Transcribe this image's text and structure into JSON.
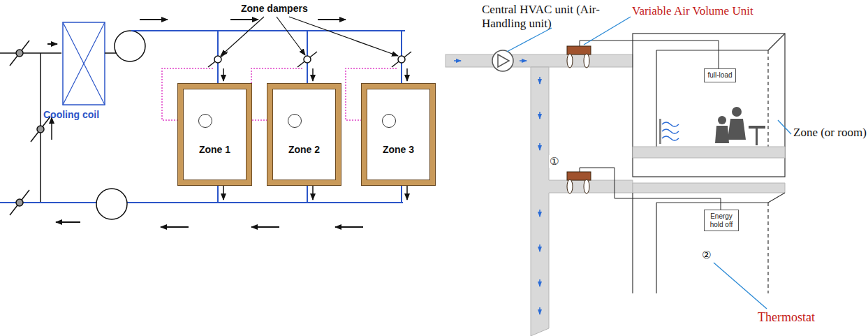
{
  "diagram": {
    "nodes": [
      {
        "text": [
          "Zone 1"
        ]
      },
      {
        "text": [
          "Zone 2"
        ]
      },
      {
        "text": [
          "Zone 3"
        ]
      },
      {
        "text": [
          "full-load"
        ]
      },
      {
        "text": [
          "Energy hold off"
        ]
      }
    ],
    "labels": [
      "Zone dampers",
      "Cooling coil",
      "Central HVAC unit (Air-Handling unit)",
      "Variable Air Volume Unit",
      "Zone (or room)",
      "①",
      "②",
      "Thermostat"
    ]
  }
}
